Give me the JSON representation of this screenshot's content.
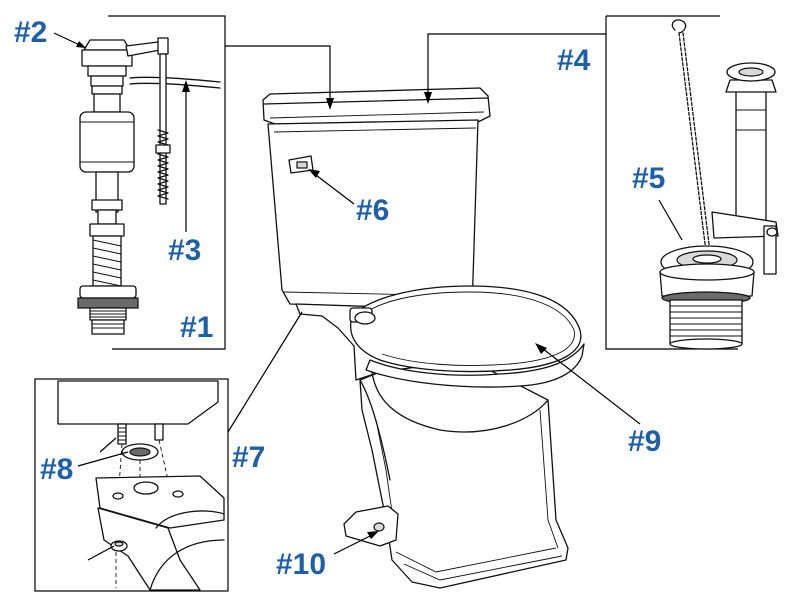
{
  "accent_color": "#1f5fa8",
  "labels": {
    "l1": "#1",
    "l2": "#2",
    "l3": "#3",
    "l4": "#4",
    "l5": "#5",
    "l6": "#6",
    "l7": "#7",
    "l8": "#8",
    "l9": "#9",
    "l10": "#10"
  }
}
